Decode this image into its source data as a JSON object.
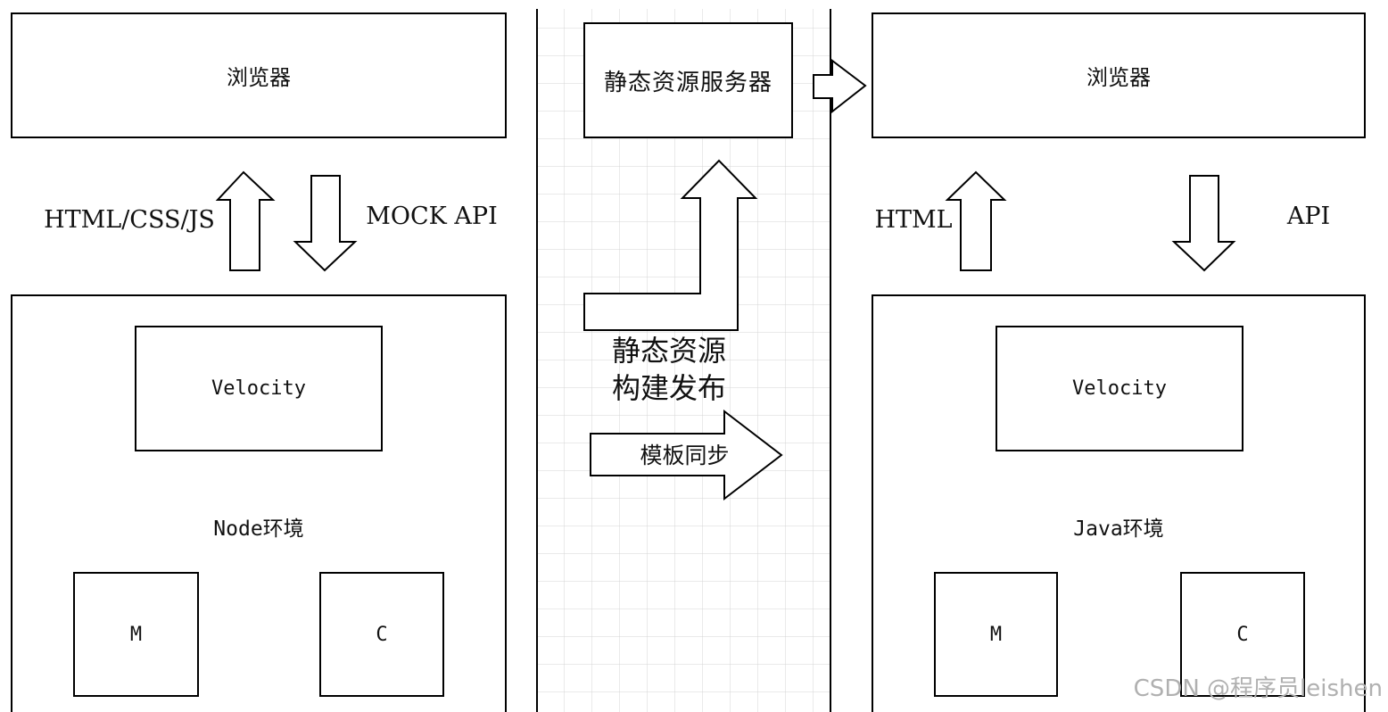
{
  "left": {
    "browser_label": "浏览器",
    "up_label": "HTML/CSS/JS",
    "down_label": "MOCK API",
    "velocity_label": "Velocity",
    "env_label": "Node环境",
    "m_label": "M",
    "c_label": "C"
  },
  "middle": {
    "server_label": "静态资源服务器",
    "publish_label_line1": "静态资源",
    "publish_label_line2": "构建发布",
    "sync_label": "模板同步"
  },
  "right": {
    "browser_label": "浏览器",
    "up_label": "HTML",
    "down_label": "API",
    "velocity_label": "Velocity",
    "env_label": "Java环境",
    "m_label": "M",
    "c_label": "C"
  },
  "watermark": "CSDN @程序员leishen",
  "colors": {
    "stroke": "#000000",
    "grid": "#cfcfcf",
    "background": "#ffffff",
    "watermark": "#b0b0b0"
  }
}
